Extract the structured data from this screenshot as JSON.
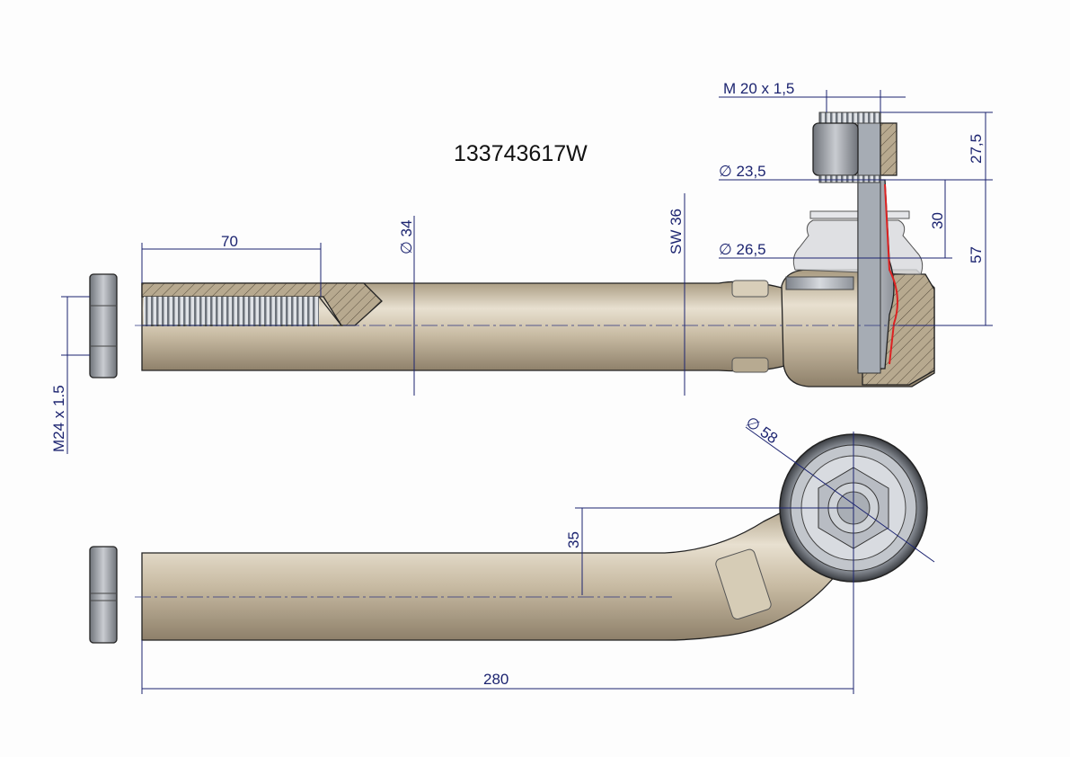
{
  "part_number": "133743617W",
  "dimensions": {
    "thread_length": "70",
    "rod_diameter": "∅ 34",
    "wrench_size": "SW 36",
    "stud_thread": "M 20  x 1,5",
    "diameter_23_5": "∅ 23,5",
    "diameter_26_5": "∅ 26,5",
    "height_27_5": "27,5",
    "height_30": "30",
    "height_57": "57",
    "rod_thread": "M24 x 1.5",
    "eye_diameter": "∅ 58",
    "offset": "35",
    "total_length": "280"
  },
  "colors": {
    "dimension": "#1c2470",
    "rod": "#c9bca4",
    "steel": "#9aa0a8"
  }
}
